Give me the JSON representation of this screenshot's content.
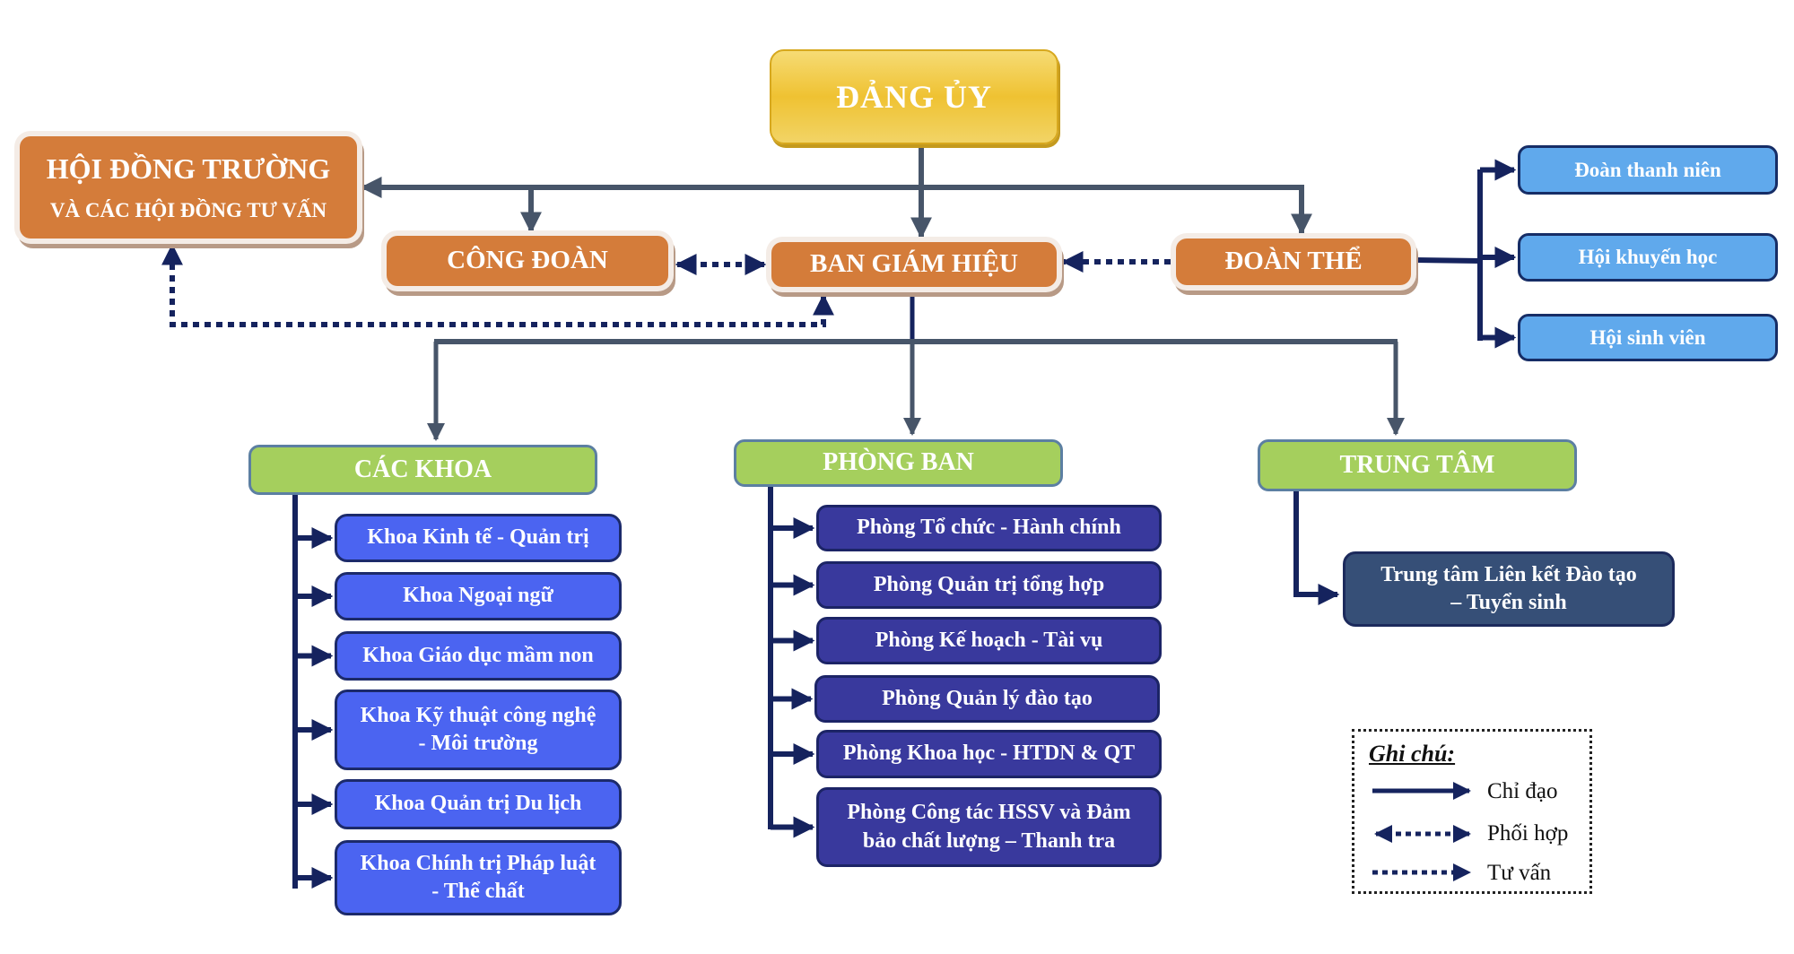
{
  "title": "Sơ đồ cơ cấu tổ chức",
  "top": {
    "dang_uy": "ĐẢNG ỦY",
    "hoi_dong_line1": "HỘI ĐỒNG TRƯỜNG",
    "hoi_dong_line2": "VÀ CÁC HỘI ĐỒNG TƯ VẤN",
    "cong_doan": "CÔNG ĐOÀN",
    "ban_giam_hieu": "BAN GIÁM HIỆU",
    "doan_the": "ĐOÀN THỂ"
  },
  "doan_the_children": [
    "Đoàn thanh niên",
    "Hội khuyến học",
    "Hội sinh viên"
  ],
  "groups": {
    "cac_khoa": {
      "label": "CÁC KHOA",
      "items": [
        {
          "line1": "Khoa Kinh tế - Quản trị",
          "line2": ""
        },
        {
          "line1": "Khoa Ngoại ngữ",
          "line2": ""
        },
        {
          "line1": "Khoa Giáo dục mầm non",
          "line2": ""
        },
        {
          "line1": "Khoa Kỹ thuật công nghệ",
          "line2": "- Môi trường"
        },
        {
          "line1": "Khoa Quản trị Du lịch",
          "line2": ""
        },
        {
          "line1": "Khoa Chính trị Pháp luật",
          "line2": "- Thể chất"
        }
      ]
    },
    "phong_ban": {
      "label": "PHÒNG BAN",
      "items": [
        {
          "line1": "Phòng Tổ chức - Hành chính",
          "line2": ""
        },
        {
          "line1": "Phòng Quản trị tổng hợp",
          "line2": ""
        },
        {
          "line1": "Phòng Kế hoạch - Tài vụ",
          "line2": ""
        },
        {
          "line1": "Phòng Quản lý đào tạo",
          "line2": ""
        },
        {
          "line1": "Phòng Khoa học - HTDN & QT",
          "line2": ""
        },
        {
          "line1": "Phòng Công tác HSSV và Đảm",
          "line2": "bảo chất lượng – Thanh tra"
        }
      ]
    },
    "trung_tam": {
      "label": "TRUNG TÂM",
      "items": [
        {
          "line1": "Trung tâm Liên kết  Đào tạo",
          "line2": "– Tuyển sinh"
        }
      ]
    }
  },
  "legend": {
    "title": "Ghi chú:",
    "items": [
      {
        "label": "Chỉ đạo",
        "style": "solid-arrow"
      },
      {
        "label": "Phối hợp",
        "style": "dotted-double-arrow"
      },
      {
        "label": "Tư vấn",
        "style": "dotted-arrow"
      }
    ]
  },
  "colors": {
    "connector_gray": "#475569",
    "connector_navy": "#15235e",
    "orange": "#d47c3a",
    "gold": "#efc232",
    "green": "#a5cf5d",
    "khoa_blue": "#4b64f1",
    "phong_indigo": "#39399d",
    "sky_blue": "#60a9ec",
    "navy_box": "#364f77"
  }
}
